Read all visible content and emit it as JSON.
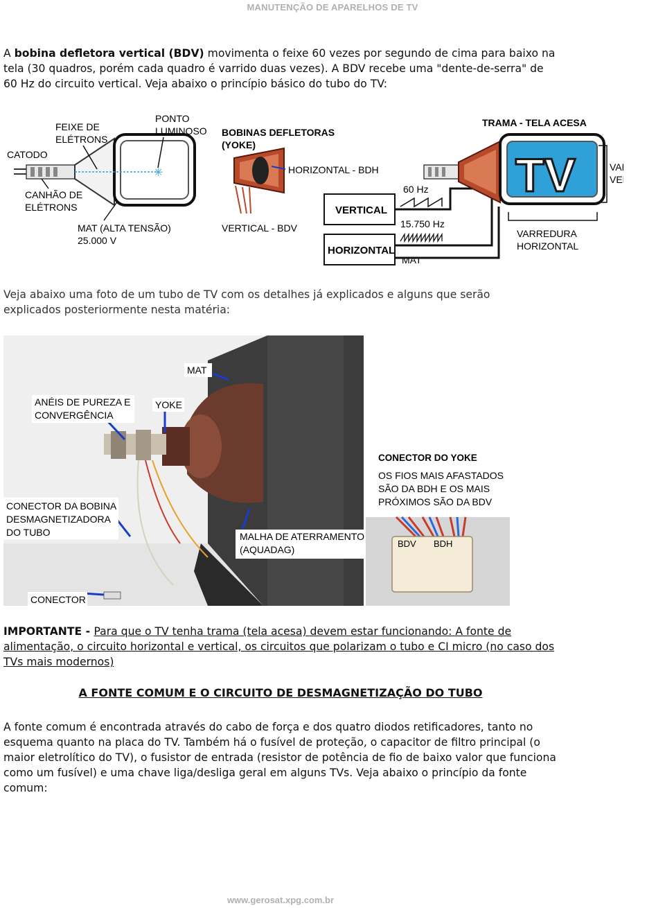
{
  "header": "MANUTENÇÃO DE APARELHOS DE TV",
  "intro": {
    "part1": "A ",
    "bold": "bobina defletora vertical (BDV)",
    "part2": " movimenta o feixe 60 vezes por segundo de cima para baixo na tela (30 quadros, porém cada quadro é varrido duas vezes). A BDV recebe uma \"dente-de-serra\" de 60 Hz do circuito vertical. Veja abaixo o princípio básico do tubo do TV:"
  },
  "diagram": {
    "labels": {
      "catodo": "CATODO",
      "feixe_1": "FEIXE DE",
      "feixe_2": "ELÉTRONS",
      "ponto_1": "PONTO",
      "ponto_2": "LUMINOSO",
      "canhao_1": "CANHÃO DE",
      "canhao_2": "ELÉTRONS",
      "mat_1": "MAT (ALTA TENSÃO)",
      "mat_2": "25.000 V",
      "bobinas_1": "BOBINAS DEFLETORAS",
      "bobinas_2": "(YOKE)",
      "horizontal_bdh": "HORIZONTAL - BDH",
      "vertical_bdv": "VERTICAL - BDV",
      "freq_60": "60 Hz",
      "freq_15750": "15.750 Hz",
      "box_vertical": "VERTICAL",
      "box_horizontal": "HORIZONTAL",
      "mat": "MAT",
      "trama": "TRAMA - TELA ACESA",
      "tv": "TV",
      "varredura_v_1": "VAREDURA",
      "varredura_v_2": "VERTICAL",
      "varredura_h_1": "VARREDURA",
      "varredura_h_2": "HORIZONTAL"
    },
    "colors": {
      "screen": "#2fa0d8",
      "yoke": "#b84a2c",
      "glass": "#d9d9d9"
    }
  },
  "photo_intro": "Veja abaixo uma foto de um tubo de TV com os detalhes já explicados e alguns que serão explicados posteriormente nesta matéria:",
  "photo": {
    "mat": "MAT",
    "aneis_1": "ANÉIS DE PUREZA E",
    "aneis_2": "CONVERGÊNCIA",
    "yoke": "YOKE",
    "conector_bobina_1": "CONECTOR DA BOBINA",
    "conector_bobina_2": "DESMAGNETIZADORA",
    "conector_bobina_3": "DO TUBO",
    "malha_1": "MALHA DE ATERRAMENTO",
    "malha_2": "(AQUADAG)",
    "conector": "CONECTOR",
    "conector_yoke": "CONECTOR DO YOKE",
    "fios_1": "OS FIOS MAIS AFASTADOS",
    "fios_2": "SÃO DA BDH E OS MAIS",
    "fios_3": "PRÓXIMOS SÃO DA BDV",
    "bdv": "BDV",
    "bdh": "BDH"
  },
  "important": {
    "label": "IMPORTANTE - ",
    "text": "Para que o TV tenha trama (tela acesa) devem estar funcionando: A fonte de alimentação, o circuito horizontal e vertical, os circuitos que polarizam o tubo e CI micro (no caso dos TVs mais modernos)"
  },
  "section_title": "A FONTE COMUM E O CIRCUITO DE DESMAGNETIZAÇÃO DO TUBO",
  "paragraph_fonte": "A fonte comum é encontrada através do cabo de força e dos quatro diodos retificadores, tanto no esquema quanto na placa do TV. Também há o fusível de proteção, o capacitor de filtro principal (o maior eletrolítico do TV), o fusistor de entrada (resistor de potência de fio de baixo valor que funciona como um fusível) e uma chave liga/desliga geral em alguns TVs. Veja abaixo o princípio da fonte comum:",
  "footer": "www.gerosat.xpg.com.br"
}
